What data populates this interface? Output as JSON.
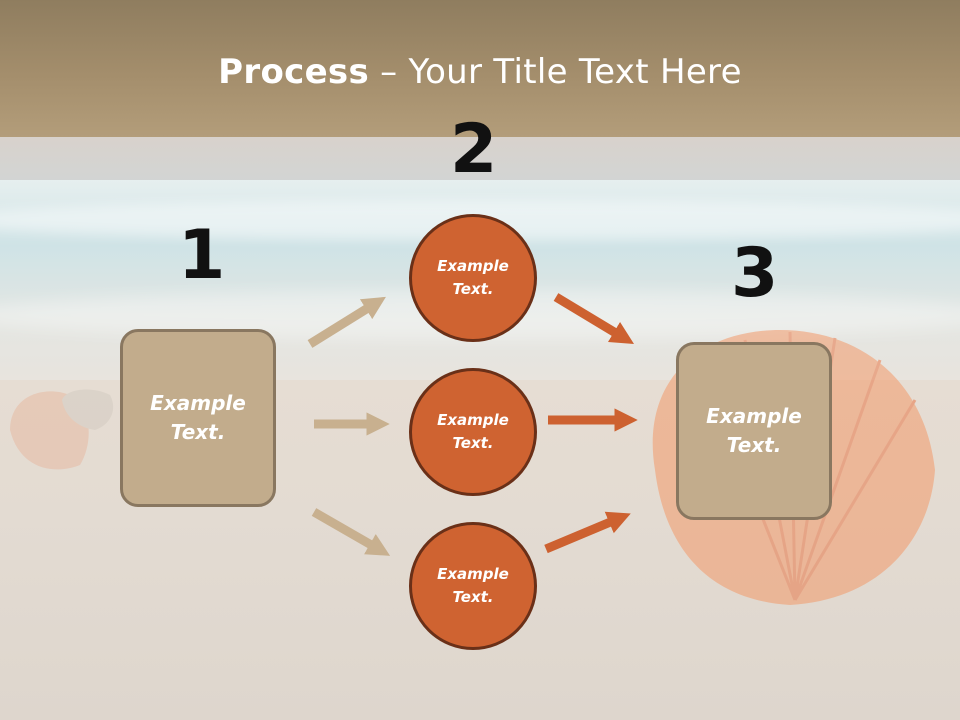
{
  "title": {
    "bold": "Process",
    "rest": " – Your Title Text Here"
  },
  "steps": {
    "one": "1",
    "two": "2",
    "three": "3"
  },
  "nodes": {
    "left_box": "Example\nText.",
    "circle_top": "Example\nText.",
    "circle_middle": "Example\nText.",
    "circle_bottom": "Example\nText.",
    "right_box": "Example\nText."
  },
  "colors": {
    "title_band": "#a48e6c",
    "box_fill": "#c2ac8c",
    "box_border": "#897760",
    "circle_fill": "#cf6331",
    "circle_border": "#6a3018",
    "arrow_tan": "#c8b08f",
    "arrow_orange": "#cd6130"
  }
}
